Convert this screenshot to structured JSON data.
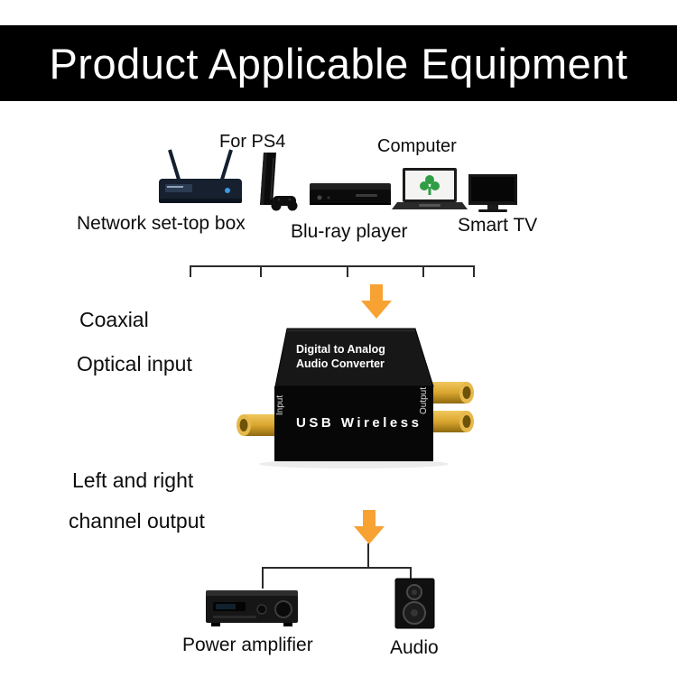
{
  "banner": {
    "title": "Product Applicable Equipment",
    "bg_color": "#000000",
    "text_color": "#ffffff"
  },
  "source_devices": {
    "ps4_note": "For PS4",
    "computer": "Computer",
    "settop_box": "Network set-top box",
    "bluray": "Blu-ray player",
    "smart_tv": "Smart TV"
  },
  "converter": {
    "title_line1": "Digital to Analog",
    "title_line2": "Audio Converter",
    "front_label": "USB Wireless",
    "input_label": "Input",
    "output_label": "Output"
  },
  "annotations": {
    "input_line1": "Coaxial",
    "input_line2": "Optical input",
    "output_line1": "Left and right",
    "output_line2": "channel output"
  },
  "output_devices": {
    "amplifier": "Power amplifier",
    "audio": "Audio"
  },
  "colors": {
    "arrow": "#F7A233",
    "rca_gold": "#D9A62E",
    "line": "#2b2b2b"
  },
  "icons": [
    "settop-box-icon",
    "ps4-icon",
    "bluray-player-icon",
    "laptop-icon",
    "tv-icon",
    "down-arrow-icon",
    "converter-device-icon",
    "rca-connector-icon",
    "amplifier-icon",
    "speaker-icon"
  ]
}
